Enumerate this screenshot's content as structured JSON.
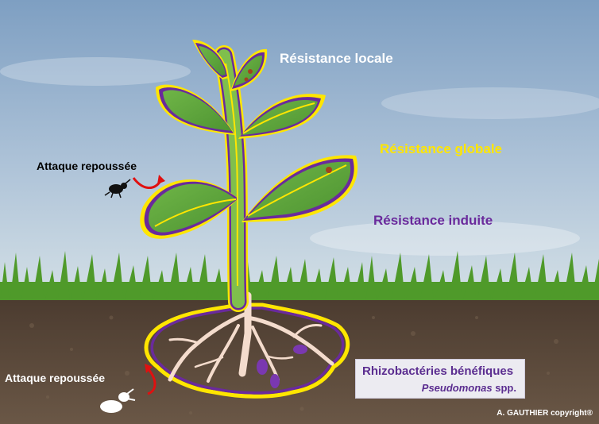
{
  "labels": {
    "local": "Résistance locale",
    "global": "Résistance globale",
    "induced": "Résistance induite",
    "attack_top": "Attaque repoussée",
    "attack_bottom": "Attaque repoussée"
  },
  "bacteria_box": {
    "title": "Rhizobactéries bénéfiques",
    "genus": "Pseudomonas",
    "suffix": "spp."
  },
  "copyright": "A. GAUTHIER copyright®",
  "icons": {
    "insect_top": "aphid-insect-icon",
    "insect_bottom": "larva-insect-icon",
    "arrow": "curved-red-arrow-icon"
  },
  "colors": {
    "local": "#ffffff",
    "global": "#ffe600",
    "induced": "#6a2a9c",
    "attack_arrow": "#e01010",
    "leaf": "#5fa63c",
    "soil": "#5a4636"
  }
}
